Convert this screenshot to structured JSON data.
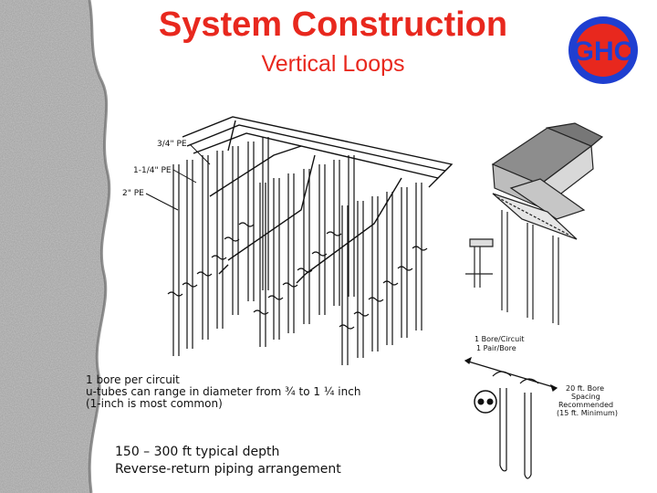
{
  "slide": {
    "title": "System Construction",
    "subtitle": "Vertical Loops"
  },
  "logo": {
    "text": "GHC",
    "ring_color": "#1f3fd0",
    "fill_color": "#e8281e"
  },
  "diagram_labels": {
    "pipe_a": "3/4\" PE",
    "pipe_b": "1-1/4\" PE",
    "pipe_c": "2\" PE",
    "bore_per_circuit": [
      "1 Bore/Circuit",
      "1 Pair/Bore"
    ],
    "spacing": [
      "20 ft. Bore",
      "Spacing",
      "Recommended",
      "(15 ft. Minimum)"
    ]
  },
  "notes": {
    "block1": [
      "1 bore per circuit",
      "u-tubes can range in diameter from ¾ to 1 ¼ inch",
      "(1-inch is most common)"
    ],
    "block2": [
      "150 – 300 ft typical depth",
      "Reverse-return piping arrangement"
    ]
  },
  "colors": {
    "title": "#e8281e",
    "stone": "#9a9a9a"
  }
}
